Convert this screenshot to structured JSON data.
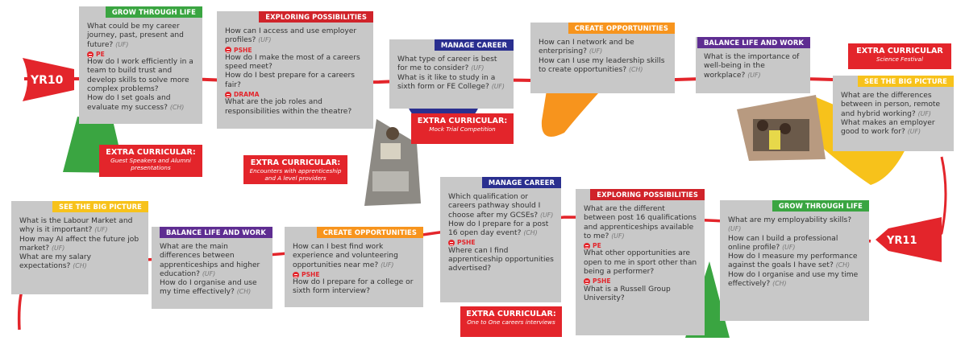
{
  "colors": {
    "route": "#e3252b",
    "card_bg": "#c8c8c8",
    "grow": "#3aa541",
    "exploring": "#d0232a",
    "manage": "#2a2f8f",
    "create": "#f7941d",
    "balance": "#5e2d91",
    "bigpicture": "#f7c21b",
    "extra": "#e3252b",
    "subject": "#e3252b"
  },
  "year_markers": {
    "yr10": "YR10",
    "yr11": "YR11"
  },
  "cards": [
    {
      "id": "c1",
      "tag": "GROW THROUGH LIFE",
      "items": [
        {
          "text": "What could be my career journey, past, present and future?",
          "suffix": "(UF)"
        },
        {
          "subject": "PE"
        },
        {
          "text": "How do I work efficiently in a team to build trust and develop skills to solve more complex problems?",
          "suffix": ""
        },
        {
          "text": "How do I set goals and evaluate my success?",
          "suffix": "(CH)"
        }
      ]
    },
    {
      "id": "c2",
      "tag": "EXPLORING POSSIBILITIES",
      "items": [
        {
          "text": "How can I access and use employer profiles?",
          "suffix": "(UF)"
        },
        {
          "subject": "PSHE"
        },
        {
          "text": "How do I make the most of a careers speed meet?",
          "suffix": ""
        },
        {
          "text": "How do I best prepare for a careers fair?",
          "suffix": ""
        },
        {
          "subject": "DRAMA"
        },
        {
          "text": "What are the job roles and responsibilities within the theatre?",
          "suffix": ""
        }
      ]
    },
    {
      "id": "c3",
      "tag": "MANAGE CAREER",
      "items": [
        {
          "text": "What type of career is best for me to consider?",
          "suffix": "(UF)"
        },
        {
          "text": "What is it like to study in a sixth form or FE College?",
          "suffix": "(UF)"
        }
      ]
    },
    {
      "id": "c4",
      "tag": "CREATE OPPORTUNITIES",
      "items": [
        {
          "text": "How can I network and be enterprising?",
          "suffix": "(UF)"
        },
        {
          "text": "How can I use my leadership skills to create opportunities?",
          "suffix": "(CH)"
        }
      ]
    },
    {
      "id": "c5",
      "tag": "BALANCE LIFE AND WORK",
      "items": [
        {
          "text": "What is the importance of well-being in the workplace?",
          "suffix": "(UF)"
        }
      ]
    },
    {
      "id": "c6",
      "tag": "SEE THE BIG PICTURE",
      "items": [
        {
          "text": "What are the differences between in person, remote and hybrid working?",
          "suffix": "(UF)"
        },
        {
          "text": "What makes an employer good to work for?",
          "suffix": "(UF)"
        }
      ]
    },
    {
      "id": "c7",
      "tag": "SEE THE BIG PICTURE",
      "items": [
        {
          "text": "What is the Labour Market and why is it important?",
          "suffix": "(UF)"
        },
        {
          "text": "How may AI affect the future job market?",
          "suffix": "(UF)"
        },
        {
          "text": "What are my salary expectations?",
          "suffix": "(CH)"
        }
      ]
    },
    {
      "id": "c8",
      "tag": "BALANCE LIFE AND WORK",
      "items": [
        {
          "text": "What are the main differences between apprenticeships and higher education?",
          "suffix": "(UF)"
        },
        {
          "text": "How do I organise and use my time effectively?",
          "suffix": "(CH)"
        }
      ]
    },
    {
      "id": "c9",
      "tag": "CREATE OPPORTUNITIES",
      "items": [
        {
          "text": "How can I best find work experience and volunteering opportunities near me?",
          "suffix": "(UF)"
        },
        {
          "subject": "PSHE"
        },
        {
          "text": "How do I prepare for a college or sixth form interview?",
          "suffix": ""
        }
      ]
    },
    {
      "id": "c10",
      "tag": "MANAGE CAREER",
      "items": [
        {
          "text": "Which qualification or careers pathway should I choose after my GCSEs?",
          "suffix": "(UF)"
        },
        {
          "text": "How do I prepare for a post 16 open day event?",
          "suffix": "(CH)"
        },
        {
          "subject": "PSHE"
        },
        {
          "text": "Where can I find apprenticeship opportunities advertised?",
          "suffix": ""
        }
      ]
    },
    {
      "id": "c11",
      "tag": "EXPLORING POSSIBILITIES",
      "items": [
        {
          "text": "What are the different between post 16 qualifications and apprenticeships available to me?",
          "suffix": "(UF)"
        },
        {
          "subject": "PE"
        },
        {
          "text": "What other opportunities are open to me in sport other than being a performer?",
          "suffix": ""
        },
        {
          "subject": "PSHE"
        },
        {
          "text": "What is a Russell Group University?",
          "suffix": ""
        }
      ]
    },
    {
      "id": "c12",
      "tag": "GROW THROUGH LIFE",
      "items": [
        {
          "text": "What are my employability skills?",
          "suffix": "(UF)"
        },
        {
          "text": "How can I build a professional online profile?",
          "suffix": "(UF)"
        },
        {
          "text": "How do I measure my performance against the goals I have set?",
          "suffix": "(CH)"
        },
        {
          "text": "How do I organise and use my time effectively?",
          "suffix": "(CH)"
        }
      ]
    }
  ],
  "extras": [
    {
      "id": "e1",
      "title": "EXTRA CURRICULAR:",
      "sub": "Guest Speakers and Alumni presentations"
    },
    {
      "id": "e2",
      "title": "EXTRA CURRICULAR:",
      "sub": "Encounters with apprenticeship and A level providers"
    },
    {
      "id": "e3",
      "title": "EXTRA CURRICULAR:",
      "sub": "Mock Trial Competition"
    },
    {
      "id": "e4",
      "title": "EXTRA CURRICULAR",
      "sub": "Science Festival"
    },
    {
      "id": "e5",
      "title": "EXTRA CURRICULAR:",
      "sub": "One to One careers interviews"
    }
  ]
}
